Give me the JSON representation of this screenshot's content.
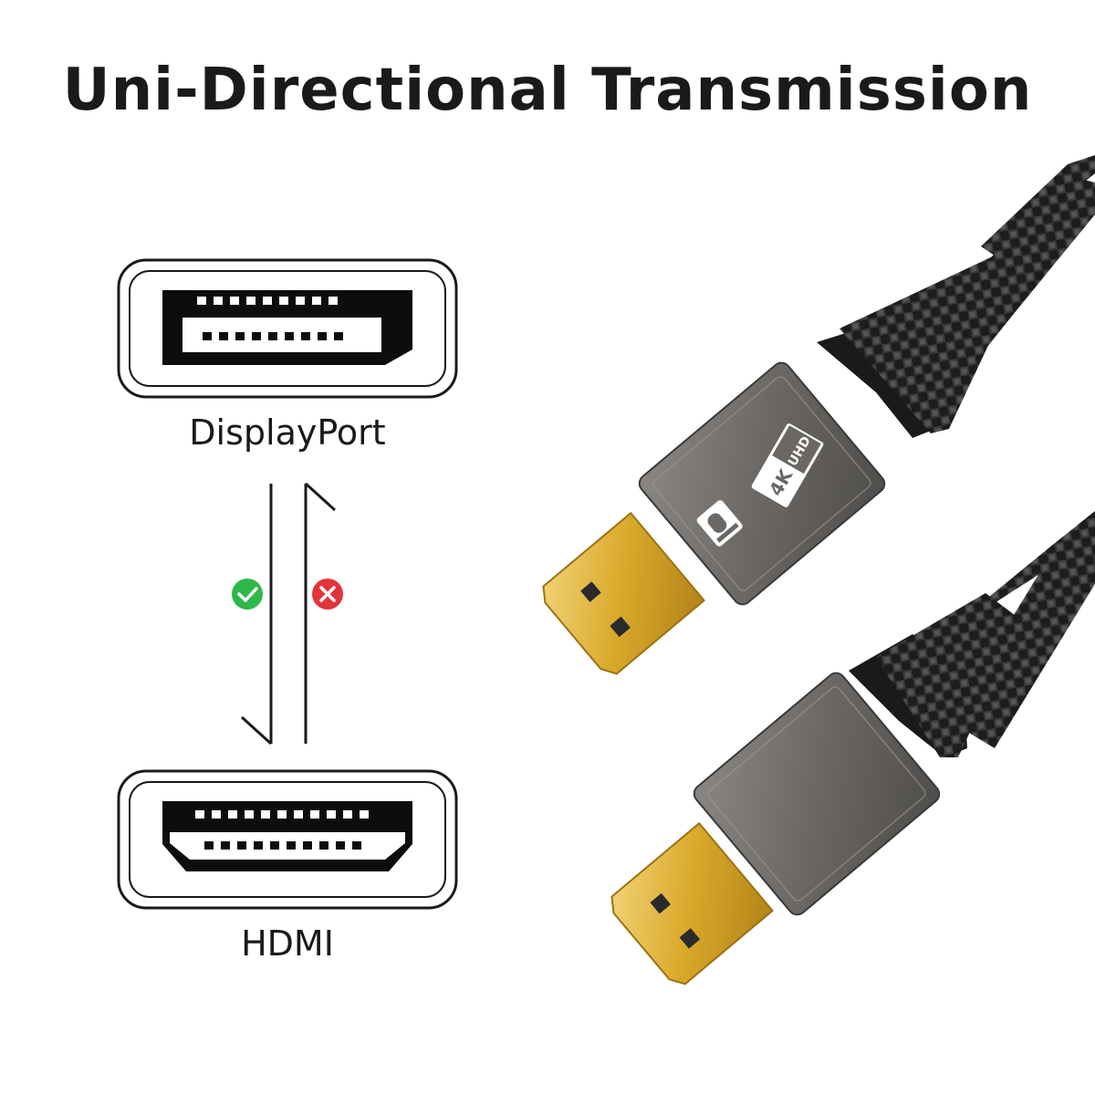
{
  "title": "Uni-Directional Transmission",
  "ports": {
    "source_label": "DisplayPort",
    "target_label": "HDMI"
  },
  "directions": {
    "forward": {
      "status": "allowed",
      "icon": "check-icon",
      "color": "#2fb84a"
    },
    "reverse": {
      "status": "not-allowed",
      "icon": "cross-icon",
      "color": "#e2343d"
    }
  },
  "cable": {
    "badge_4k": "4K",
    "badge_uhd": "UHD",
    "logo": "displayport-logo-icon",
    "connector_color": "#d4a82a",
    "housing_color": "#6e6b68"
  }
}
